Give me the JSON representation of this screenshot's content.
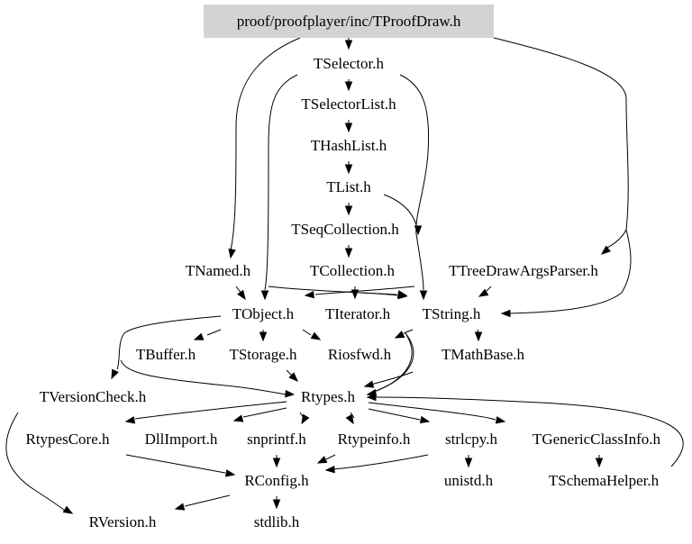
{
  "graph": {
    "title": "proof/proofplayer/inc/TProofDraw.h",
    "root_fill": "#d3d3d3",
    "edge_color": "#000000",
    "nodes": [
      {
        "id": "TProofDraw",
        "label": "proof/proofplayer/inc/TProofDraw.h",
        "root": true
      },
      {
        "id": "TSelector",
        "label": "TSelector.h"
      },
      {
        "id": "TSelectorList",
        "label": "TSelectorList.h"
      },
      {
        "id": "THashList",
        "label": "THashList.h"
      },
      {
        "id": "TList",
        "label": "TList.h"
      },
      {
        "id": "TSeqCollection",
        "label": "TSeqCollection.h"
      },
      {
        "id": "TNamed",
        "label": "TNamed.h"
      },
      {
        "id": "TCollection",
        "label": "TCollection.h"
      },
      {
        "id": "TTreeDrawArgsParser",
        "label": "TTreeDrawArgsParser.h"
      },
      {
        "id": "TObject",
        "label": "TObject.h"
      },
      {
        "id": "TIterator",
        "label": "TIterator.h"
      },
      {
        "id": "TString",
        "label": "TString.h"
      },
      {
        "id": "TBuffer",
        "label": "TBuffer.h"
      },
      {
        "id": "TStorage",
        "label": "TStorage.h"
      },
      {
        "id": "Riosfwd",
        "label": "Riosfwd.h"
      },
      {
        "id": "TMathBase",
        "label": "TMathBase.h"
      },
      {
        "id": "TVersionCheck",
        "label": "TVersionCheck.h"
      },
      {
        "id": "Rtypes",
        "label": "Rtypes.h"
      },
      {
        "id": "RtypesCore",
        "label": "RtypesCore.h"
      },
      {
        "id": "DllImport",
        "label": "DllImport.h"
      },
      {
        "id": "snprintf",
        "label": "snprintf.h"
      },
      {
        "id": "Rtypeinfo",
        "label": "Rtypeinfo.h"
      },
      {
        "id": "strlcpy",
        "label": "strlcpy.h"
      },
      {
        "id": "TGenericClassInfo",
        "label": "TGenericClassInfo.h"
      },
      {
        "id": "RConfig",
        "label": "RConfig.h"
      },
      {
        "id": "unistd",
        "label": "unistd.h"
      },
      {
        "id": "TSchemaHelper",
        "label": "TSchemaHelper.h"
      },
      {
        "id": "RVersion",
        "label": "RVersion.h"
      },
      {
        "id": "stdlib",
        "label": "stdlib.h"
      }
    ],
    "edges": [
      [
        "TProofDraw",
        "TSelector"
      ],
      [
        "TProofDraw",
        "TNamed"
      ],
      [
        "TProofDraw",
        "TTreeDrawArgsParser"
      ],
      [
        "TProofDraw",
        "TString"
      ],
      [
        "TSelector",
        "TSelectorList"
      ],
      [
        "TSelector",
        "TObject"
      ],
      [
        "TSelector",
        "TString"
      ],
      [
        "TSelectorList",
        "THashList"
      ],
      [
        "THashList",
        "TList"
      ],
      [
        "TList",
        "TSeqCollection"
      ],
      [
        "TList",
        "TString"
      ],
      [
        "TSeqCollection",
        "TCollection"
      ],
      [
        "TNamed",
        "TObject"
      ],
      [
        "TNamed",
        "TString"
      ],
      [
        "TCollection",
        "TObject"
      ],
      [
        "TCollection",
        "TIterator"
      ],
      [
        "TCollection",
        "TString"
      ],
      [
        "TTreeDrawArgsParser",
        "TString"
      ],
      [
        "TObject",
        "TBuffer"
      ],
      [
        "TObject",
        "TStorage"
      ],
      [
        "TObject",
        "Riosfwd"
      ],
      [
        "TObject",
        "TVersionCheck"
      ],
      [
        "TObject",
        "Rtypes"
      ],
      [
        "TString",
        "Riosfwd"
      ],
      [
        "TString",
        "TMathBase"
      ],
      [
        "TString",
        "Rtypes"
      ],
      [
        "TIterator",
        "Rtypes"
      ],
      [
        "TStorage",
        "Rtypes"
      ],
      [
        "TMathBase",
        "Rtypes"
      ],
      [
        "TVersionCheck",
        "RVersion"
      ],
      [
        "Rtypes",
        "RtypesCore"
      ],
      [
        "Rtypes",
        "DllImport"
      ],
      [
        "Rtypes",
        "snprintf"
      ],
      [
        "Rtypes",
        "Rtypeinfo"
      ],
      [
        "Rtypes",
        "strlcpy"
      ],
      [
        "Rtypes",
        "TGenericClassInfo"
      ],
      [
        "RtypesCore",
        "RConfig"
      ],
      [
        "snprintf",
        "RConfig"
      ],
      [
        "Rtypeinfo",
        "RConfig"
      ],
      [
        "strlcpy",
        "RConfig"
      ],
      [
        "strlcpy",
        "unistd"
      ],
      [
        "TGenericClassInfo",
        "TSchemaHelper"
      ],
      [
        "TSchemaHelper",
        "Rtypes"
      ],
      [
        "RConfig",
        "RVersion"
      ],
      [
        "RConfig",
        "stdlib"
      ]
    ]
  }
}
